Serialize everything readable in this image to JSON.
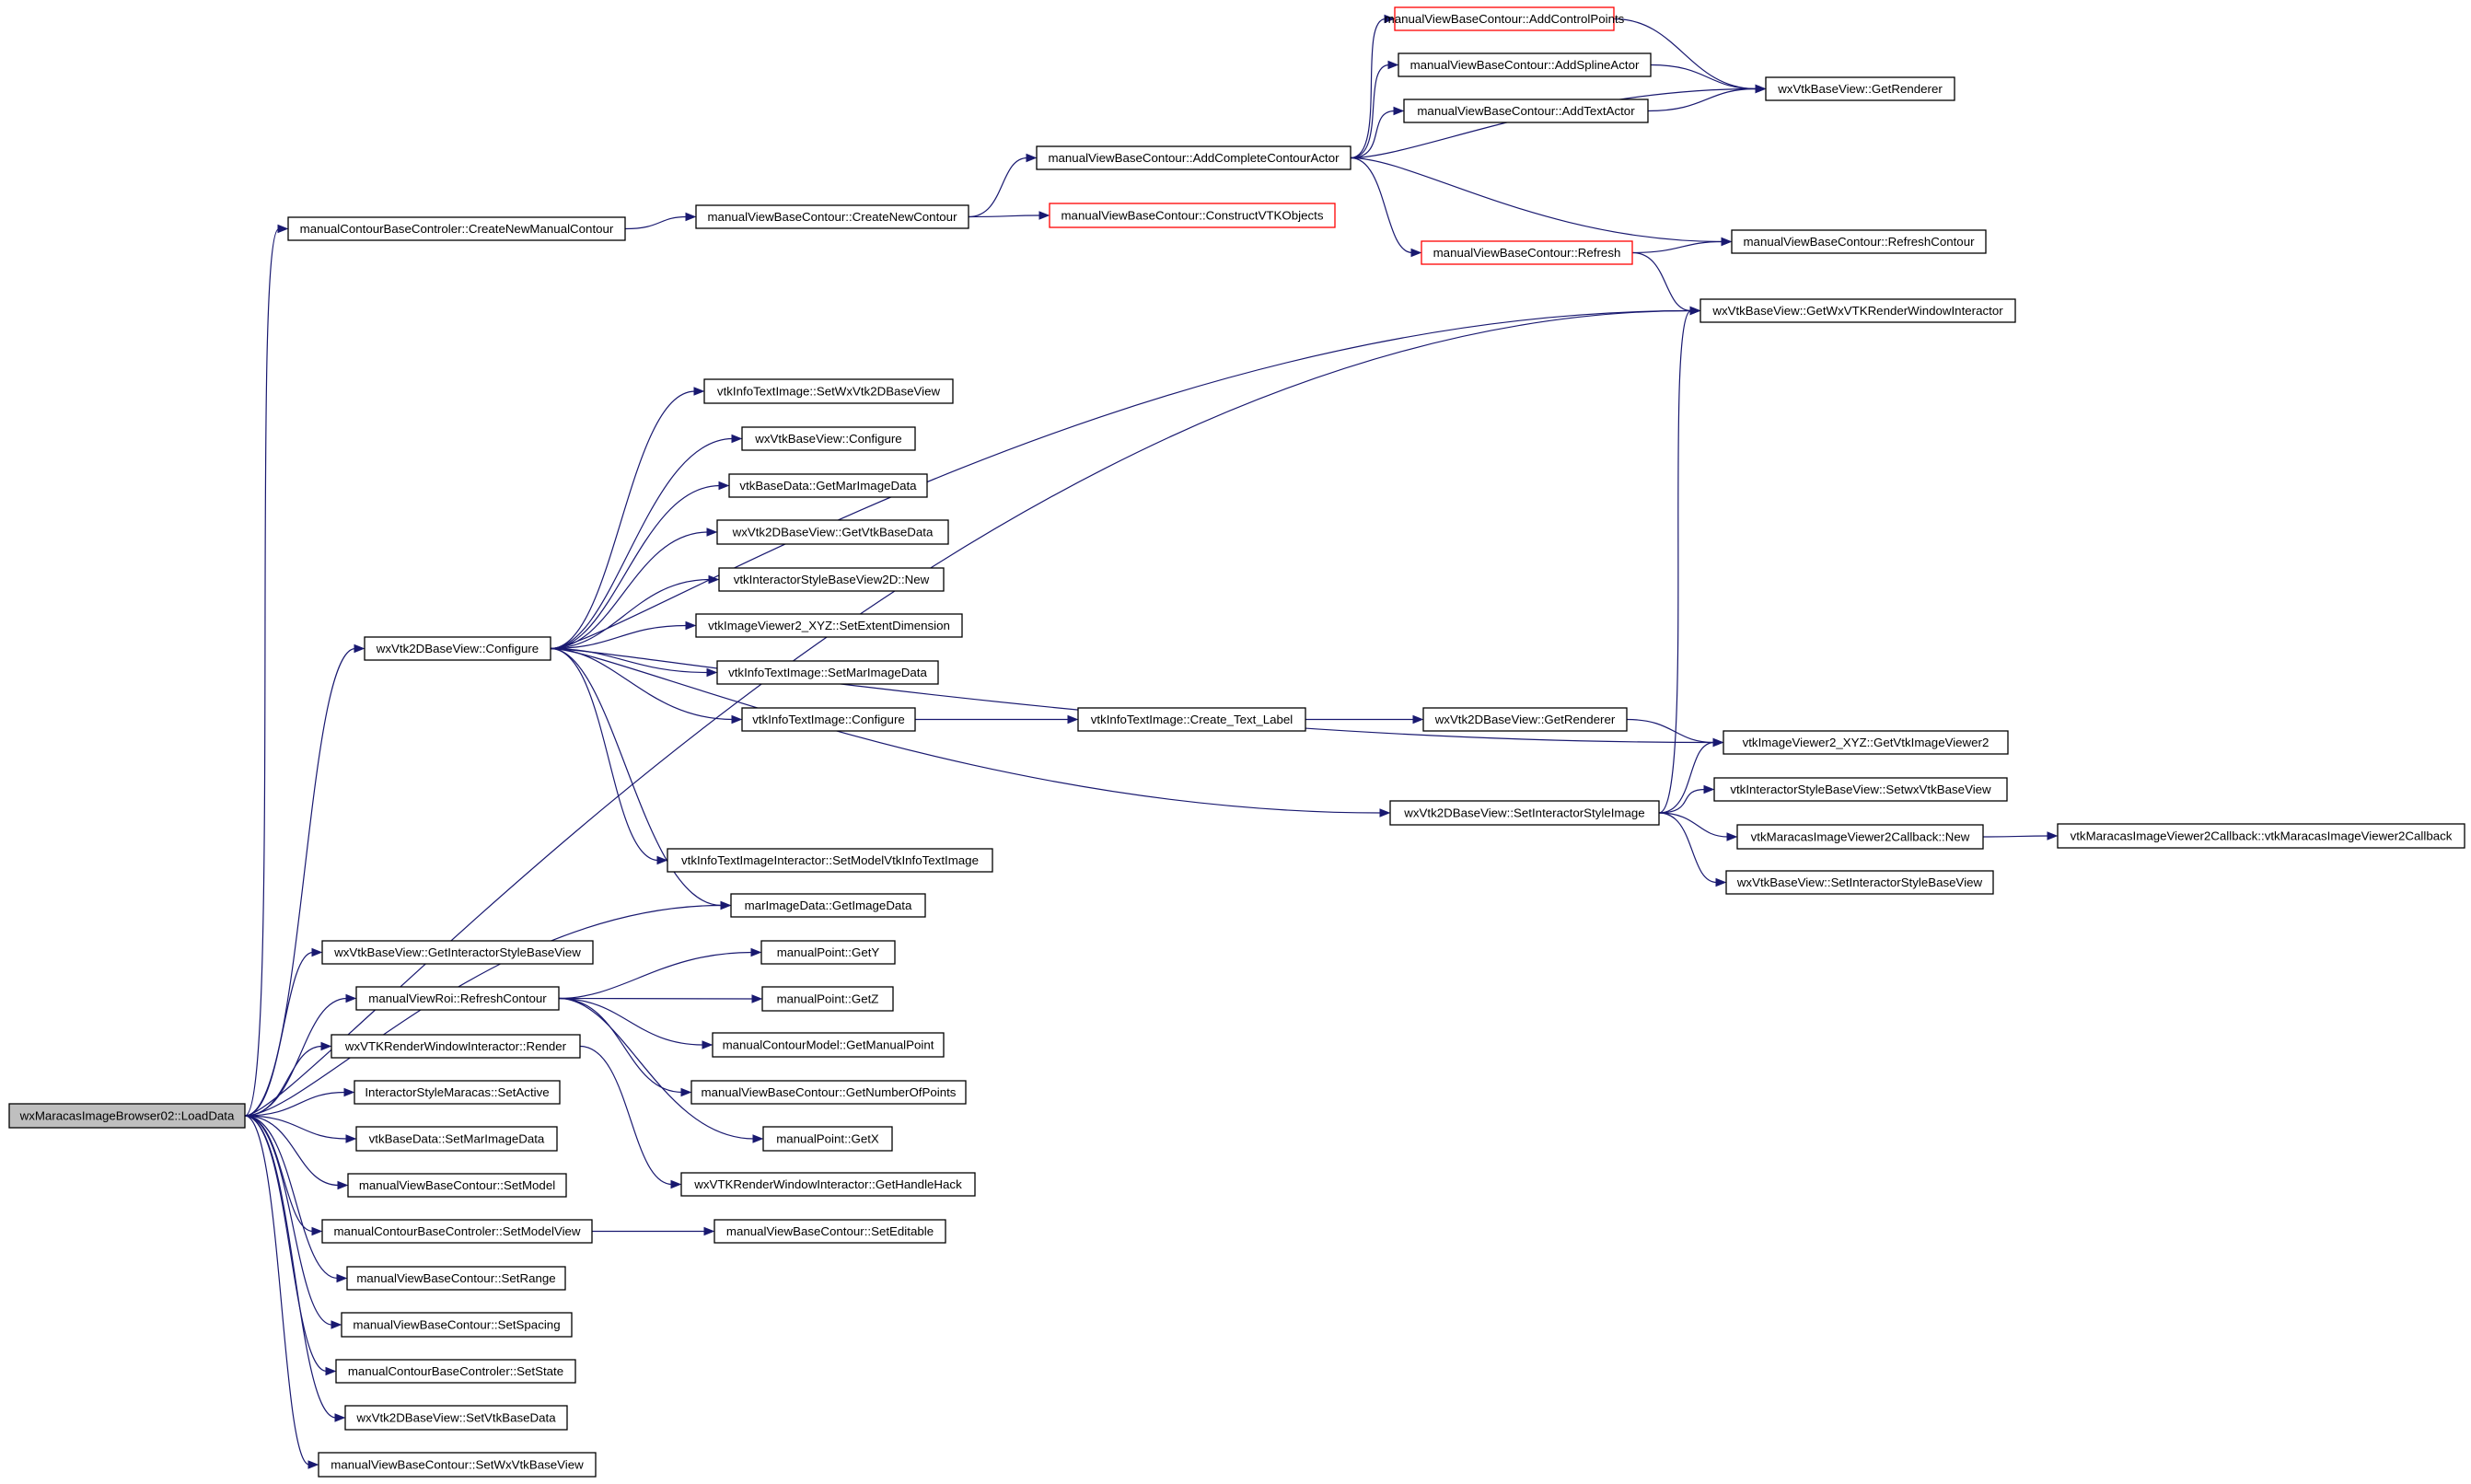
{
  "nodes": {
    "loaddata": {
      "label": "wxMaracasImageBrowser02::LoadData",
      "style": "root"
    },
    "createnewmanual": {
      "label": "manualContourBaseControler::CreateNewManualContour"
    },
    "createnewcontour": {
      "label": "manualViewBaseContour::CreateNewContour"
    },
    "addcomplete": {
      "label": "manualViewBaseContour::AddCompleteContourActor"
    },
    "constructvtk": {
      "label": "manualViewBaseContour::ConstructVTKObjects",
      "style": "red"
    },
    "addcontrolpoints": {
      "label": "manualViewBaseContour::AddControlPoints",
      "style": "red"
    },
    "addspline": {
      "label": "manualViewBaseContour::AddSplineActor"
    },
    "addtext": {
      "label": "manualViewBaseContour::AddTextActor"
    },
    "refresh": {
      "label": "manualViewBaseContour::Refresh",
      "style": "red"
    },
    "getrenderer": {
      "label": "wxVtkBaseView::GetRenderer"
    },
    "refreshcontour_bv": {
      "label": "manualViewBaseContour::RefreshContour"
    },
    "getinteractor": {
      "label": "wxVtkBaseView::GetWxVTKRenderWindowInteractor"
    },
    "vtk2dconfigure": {
      "label": "wxVtk2DBaseView::Configure"
    },
    "setwxvtk2d": {
      "label": "vtkInfoTextImage::SetWxVtk2DBaseView"
    },
    "wxconfigure": {
      "label": "wxVtkBaseView::Configure"
    },
    "getmarimagedata": {
      "label": "vtkBaseData::GetMarImageData"
    },
    "getvtkbasedata": {
      "label": "wxVtk2DBaseView::GetVtkBaseData"
    },
    "isbv2dnew": {
      "label": "vtkInteractorStyleBaseView2D::New"
    },
    "setextent": {
      "label": "vtkImageViewer2_XYZ::SetExtentDimension"
    },
    "setmarimagedata_info": {
      "label": "vtkInfoTextImage::SetMarImageData"
    },
    "infoconfigure": {
      "label": "vtkInfoTextImage::Configure"
    },
    "createtextlabel": {
      "label": "vtkInfoTextImage::Create_Text_Label"
    },
    "vtk2dgetrenderer": {
      "label": "wxVtk2DBaseView::GetRenderer"
    },
    "getvtkimageviewer2": {
      "label": "vtkImageViewer2_XYZ::GetVtkImageViewer2"
    },
    "setinteractorstyleimage": {
      "label": "wxVtk2DBaseView::SetInteractorStyleImage"
    },
    "setwxvtkbaseview": {
      "label": "vtkInteractorStyleBaseView::SetwxVtkBaseView"
    },
    "callbacknew": {
      "label": "vtkMaracasImageViewer2Callback::New"
    },
    "callbackctor": {
      "label": "vtkMaracasImageViewer2Callback::vtkMaracasImageViewer2Callback"
    },
    "setinteractorstylebaseview": {
      "label": "wxVtkBaseView::SetInteractorStyleBaseView"
    },
    "setmodelvtkinfo": {
      "label": "vtkInfoTextImageInteractor::SetModelVtkInfoTextImage"
    },
    "getimagedata": {
      "label": "marImageData::GetImageData"
    },
    "getinteractorstylebaseview": {
      "label": "wxVtkBaseView::GetInteractorStyleBaseView"
    },
    "roirefresh": {
      "label": "manualViewRoi::RefreshContour"
    },
    "gety": {
      "label": "manualPoint::GetY"
    },
    "getz": {
      "label": "manualPoint::GetZ"
    },
    "getmanualpoint": {
      "label": "manualContourModel::GetManualPoint"
    },
    "getnumberofpoints": {
      "label": "manualViewBaseContour::GetNumberOfPoints"
    },
    "getx": {
      "label": "manualPoint::GetX"
    },
    "render": {
      "label": "wxVTKRenderWindowInteractor::Render"
    },
    "gethandlehack": {
      "label": "wxVTKRenderWindowInteractor::GetHandleHack"
    },
    "setactive": {
      "label": "InteractorStyleMaracas::SetActive"
    },
    "setmarimagedata_base": {
      "label": "vtkBaseData::SetMarImageData"
    },
    "setmodel": {
      "label": "manualViewBaseContour::SetModel"
    },
    "setmodelview": {
      "label": "manualContourBaseControler::SetModelView"
    },
    "seteditable": {
      "label": "manualViewBaseContour::SetEditable"
    },
    "setrange": {
      "label": "manualViewBaseContour::SetRange"
    },
    "setspacing": {
      "label": "manualViewBaseContour::SetSpacing"
    },
    "setstate": {
      "label": "manualContourBaseControler::SetState"
    },
    "setvtkbasedata": {
      "label": "wxVtk2DBaseView::SetVtkBaseData"
    },
    "setwxvtkbaseview_bc": {
      "label": "manualViewBaseContour::SetWxVtkBaseView"
    }
  },
  "edges": [
    [
      "loaddata",
      "createnewmanual"
    ],
    [
      "loaddata",
      "getinteractor"
    ],
    [
      "loaddata",
      "vtk2dconfigure"
    ],
    [
      "loaddata",
      "getimagedata"
    ],
    [
      "loaddata",
      "getinteractorstylebaseview"
    ],
    [
      "loaddata",
      "roirefresh"
    ],
    [
      "loaddata",
      "render"
    ],
    [
      "loaddata",
      "setactive"
    ],
    [
      "loaddata",
      "setmarimagedata_base"
    ],
    [
      "loaddata",
      "setmodel"
    ],
    [
      "loaddata",
      "setmodelview"
    ],
    [
      "loaddata",
      "setrange"
    ],
    [
      "loaddata",
      "setspacing"
    ],
    [
      "loaddata",
      "setstate"
    ],
    [
      "loaddata",
      "setvtkbasedata"
    ],
    [
      "loaddata",
      "setwxvtkbaseview_bc"
    ],
    [
      "createnewmanual",
      "createnewcontour"
    ],
    [
      "createnewcontour",
      "addcomplete"
    ],
    [
      "createnewcontour",
      "constructvtk"
    ],
    [
      "addcomplete",
      "addcontrolpoints"
    ],
    [
      "addcomplete",
      "addspline"
    ],
    [
      "addcomplete",
      "addtext"
    ],
    [
      "addcomplete",
      "getrenderer"
    ],
    [
      "addcomplete",
      "refreshcontour_bv"
    ],
    [
      "addcomplete",
      "refresh"
    ],
    [
      "addcontrolpoints",
      "getrenderer"
    ],
    [
      "addspline",
      "getrenderer"
    ],
    [
      "addtext",
      "getrenderer"
    ],
    [
      "refresh",
      "refreshcontour_bv"
    ],
    [
      "refresh",
      "getinteractor"
    ],
    [
      "vtk2dconfigure",
      "getinteractor"
    ],
    [
      "vtk2dconfigure",
      "setwxvtk2d"
    ],
    [
      "vtk2dconfigure",
      "wxconfigure"
    ],
    [
      "vtk2dconfigure",
      "getmarimagedata"
    ],
    [
      "vtk2dconfigure",
      "getvtkbasedata"
    ],
    [
      "vtk2dconfigure",
      "isbv2dnew"
    ],
    [
      "vtk2dconfigure",
      "setextent"
    ],
    [
      "vtk2dconfigure",
      "setmarimagedata_info"
    ],
    [
      "vtk2dconfigure",
      "infoconfigure"
    ],
    [
      "vtk2dconfigure",
      "getvtkimageviewer2"
    ],
    [
      "vtk2dconfigure",
      "setinteractorstyleimage"
    ],
    [
      "vtk2dconfigure",
      "setmodelvtkinfo"
    ],
    [
      "vtk2dconfigure",
      "getimagedata"
    ],
    [
      "infoconfigure",
      "createtextlabel"
    ],
    [
      "createtextlabel",
      "vtk2dgetrenderer"
    ],
    [
      "vtk2dgetrenderer",
      "getvtkimageviewer2"
    ],
    [
      "setinteractorstyleimage",
      "getinteractor"
    ],
    [
      "setinteractorstyleimage",
      "getvtkimageviewer2"
    ],
    [
      "setinteractorstyleimage",
      "setwxvtkbaseview"
    ],
    [
      "setinteractorstyleimage",
      "callbacknew"
    ],
    [
      "setinteractorstyleimage",
      "setinteractorstylebaseview"
    ],
    [
      "callbacknew",
      "callbackctor"
    ],
    [
      "roirefresh",
      "gety"
    ],
    [
      "roirefresh",
      "getz"
    ],
    [
      "roirefresh",
      "getmanualpoint"
    ],
    [
      "roirefresh",
      "getnumberofpoints"
    ],
    [
      "roirefresh",
      "getx"
    ],
    [
      "render",
      "gethandlehack"
    ],
    [
      "setmodelview",
      "seteditable"
    ]
  ]
}
